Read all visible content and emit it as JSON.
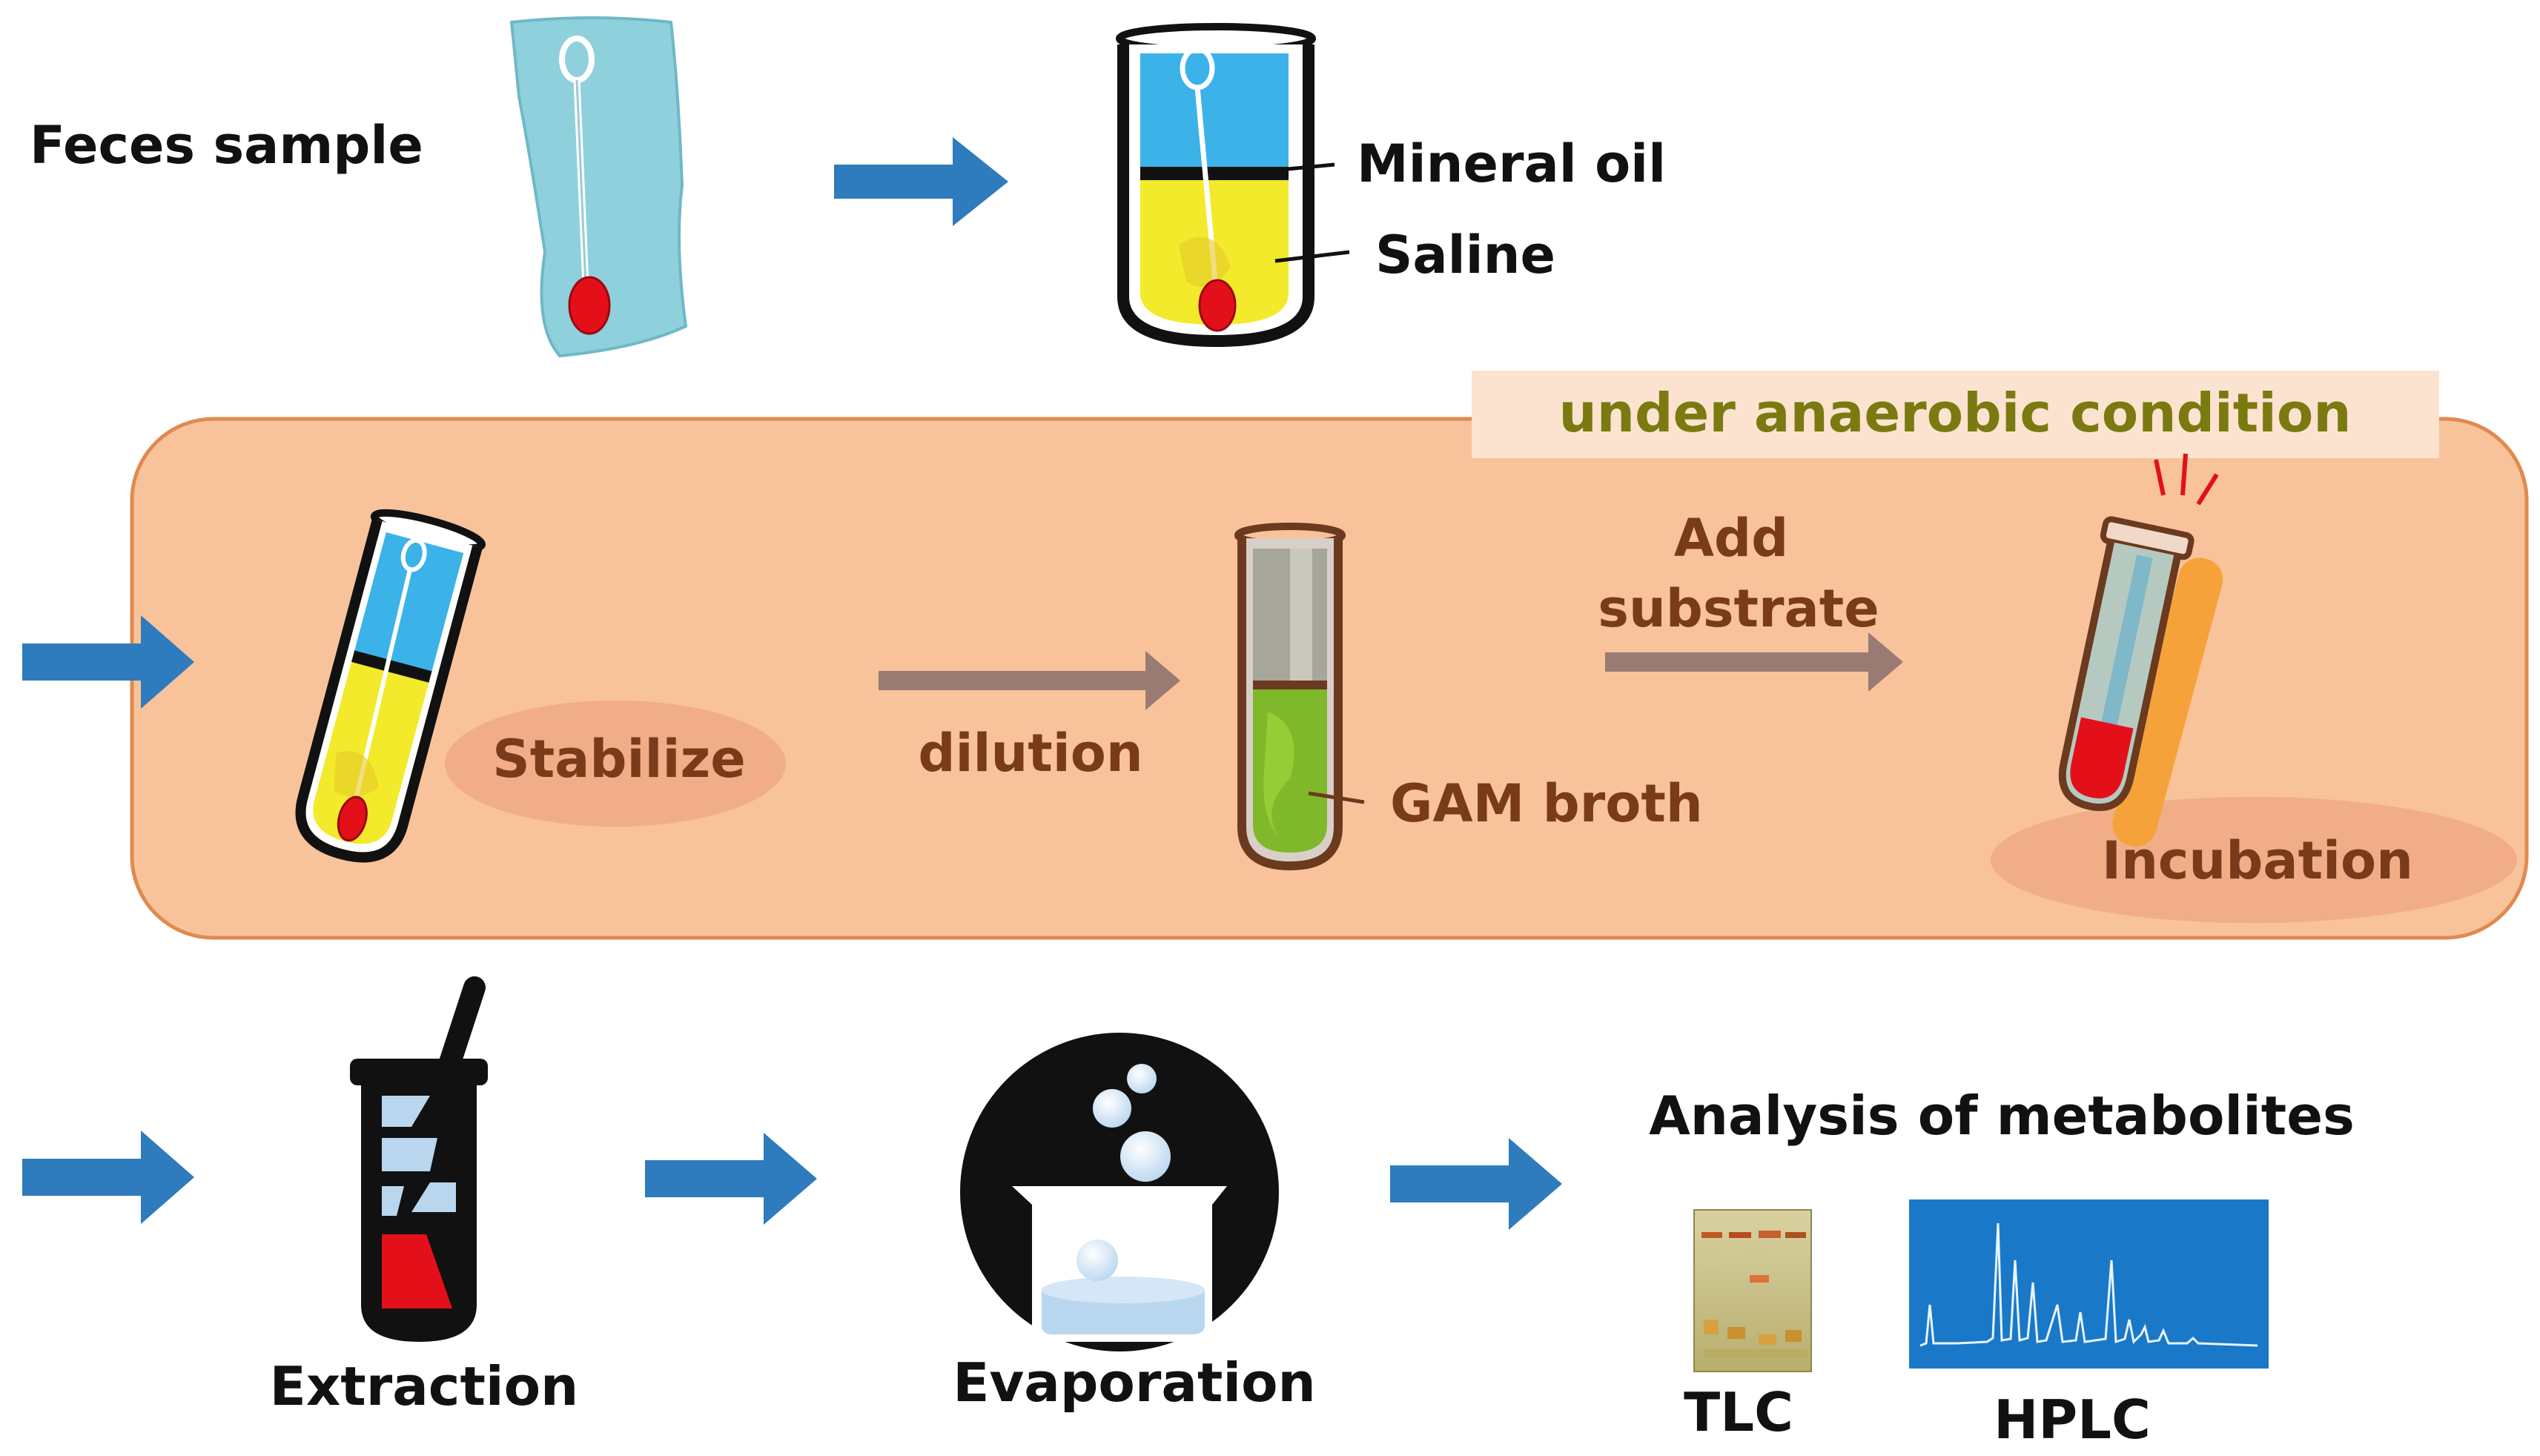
{
  "labels": {
    "feces_sample": "Feces sample",
    "mineral_oil": "Mineral oil",
    "saline": "Saline",
    "under_anaerobic": "under anaerobic condition",
    "stabilize": "Stabilize",
    "dilution": "dilution",
    "add_substrate_line1": "Add",
    "add_substrate_line2": "substrate",
    "gam_broth": "GAM broth",
    "incubation": "Incubation",
    "extraction": "Extraction",
    "evaporation": "Evaporation",
    "analysis": "Analysis of metabolites",
    "tlc": "TLC",
    "hplc": "HPLC"
  },
  "colors": {
    "arrow_blue": "#2e7bbd",
    "arrow_brown": "#9a7b74",
    "panel_fill": "#f8c39a",
    "panel_stroke": "#e08a50",
    "banner_fill": "#fbe3cf",
    "banner_text": "#7a7a10",
    "panel_text": "#7a3b1a",
    "oil_blue": "#3bb3e8",
    "saline_yellow": "#f2ea2a",
    "broth_green": "#7fb82a",
    "sample_red": "#e3101a",
    "swab_bag": "#8fd0dd",
    "hplc_bg": "#1a78c8"
  }
}
